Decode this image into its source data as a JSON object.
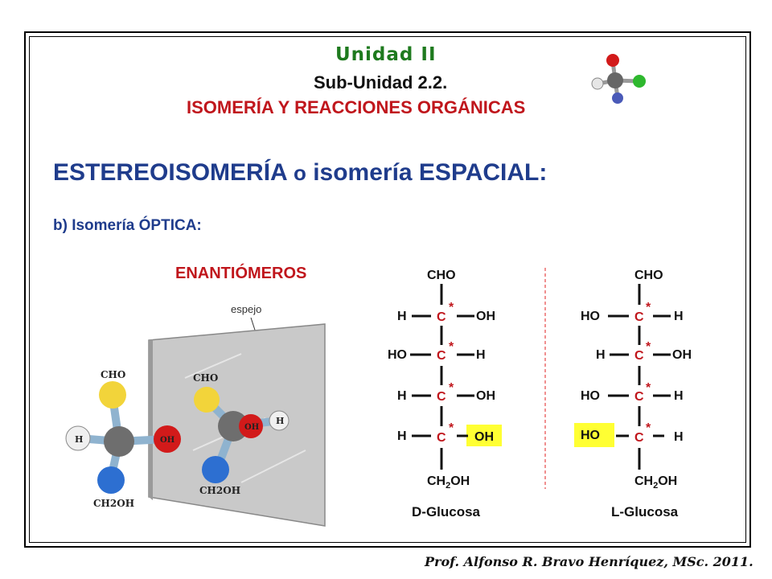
{
  "header": {
    "unidad": "Unidad II",
    "subunidad": "Sub-Unidad 2.2.",
    "topic": "ISOMERÍA Y REACCIONES ORGÁNICAS"
  },
  "heading": {
    "part1": "ESTEREOISOMERÍA",
    "part2": "o",
    "part3": "isomería ESPACIAL:"
  },
  "subheading": "b) Isomería ÓPTICA:",
  "enantiomers_label": "ENANTIÓMEROS",
  "mirror_label": "espejo",
  "molecule_left": {
    "top": "CHO",
    "left": "H",
    "right": "OH",
    "bottom": "CH2OH"
  },
  "molecule_right": {
    "top": "CHO",
    "right": "H",
    "inner": "OH",
    "bottom": "CH2OH"
  },
  "d_glucose": {
    "name": "D-Glucosa",
    "top": "CHO",
    "carbon": "C",
    "star": "*",
    "rows": [
      {
        "left": "H",
        "right": "OH"
      },
      {
        "left": "HO",
        "right": "H"
      },
      {
        "left": "H",
        "right": "OH"
      },
      {
        "left": "H",
        "right": "OH",
        "highlight": "right"
      }
    ],
    "bottom_main": "CH",
    "bottom_sub": "2",
    "bottom_end": "OH"
  },
  "l_glucose": {
    "name": "L-Glucosa",
    "top": "CHO",
    "carbon": "C",
    "star": "*",
    "rows": [
      {
        "left": "HO",
        "right": "H"
      },
      {
        "left": "H",
        "right": "OH"
      },
      {
        "left": "HO",
        "right": "H"
      },
      {
        "left": "HO",
        "right": "H",
        "highlight": "left"
      }
    ],
    "bottom_main": "CH",
    "bottom_sub": "2",
    "bottom_end": "OH"
  },
  "footer": "Prof. Alfonso R. Bravo Henríquez, MSc. 2011.",
  "colors": {
    "green_title": "#1e7a1e",
    "red_text": "#c0161c",
    "blue_text": "#1f3c8c",
    "highlight": "#ffff33"
  }
}
